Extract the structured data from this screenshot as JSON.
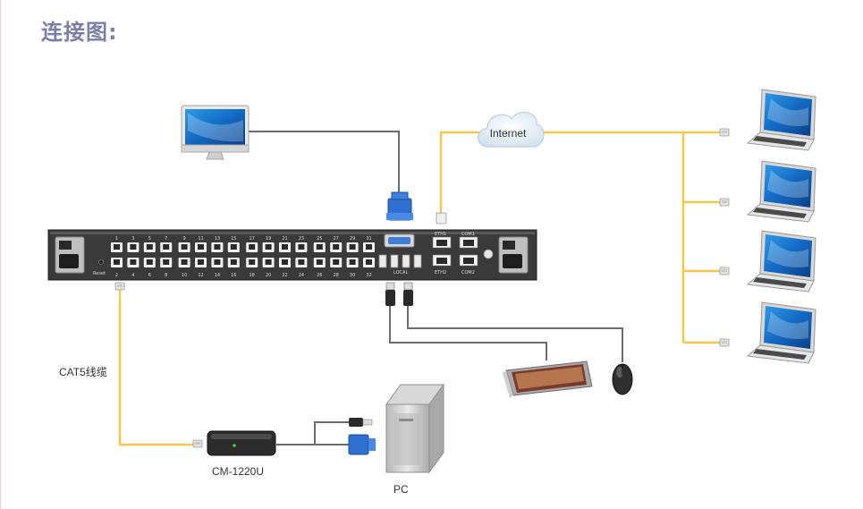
{
  "header": {
    "title": "连接图:"
  },
  "diagram": {
    "cloud_label": "Internet",
    "cable_label": "CAT5线缆",
    "module_label": "CM-1220U",
    "pc_label": "PC",
    "switch": {
      "reset_label": "Reset",
      "port_numbers_top": [
        "1",
        "3",
        "5",
        "7",
        "9",
        "11",
        "13",
        "15",
        "17",
        "19",
        "21",
        "23",
        "25",
        "27",
        "29",
        "31"
      ],
      "port_numbers_bottom": [
        "2",
        "4",
        "6",
        "8",
        "10",
        "12",
        "14",
        "16",
        "18",
        "20",
        "22",
        "24",
        "26",
        "28",
        "30",
        "32"
      ],
      "local_label": "LOCAL",
      "eth1_label": "ETH1",
      "eth2_label": "ETH2",
      "com1_label": "COM1",
      "com2_label": "COM2"
    },
    "colors": {
      "cable_yellow": "#f2c94c",
      "cable_gray": "#6b6b6b",
      "switch_body": "#3a3a3a",
      "title": "#7b7fa8"
    },
    "icons": [
      "monitor-icon",
      "laptop-icon",
      "cloud-icon",
      "keyboard-icon",
      "mouse-icon",
      "pc-tower-icon",
      "kvm-switch-icon",
      "cat5-module-icon",
      "vga-connector-icon",
      "usb-connector-icon",
      "rj45-connector-icon"
    ]
  }
}
